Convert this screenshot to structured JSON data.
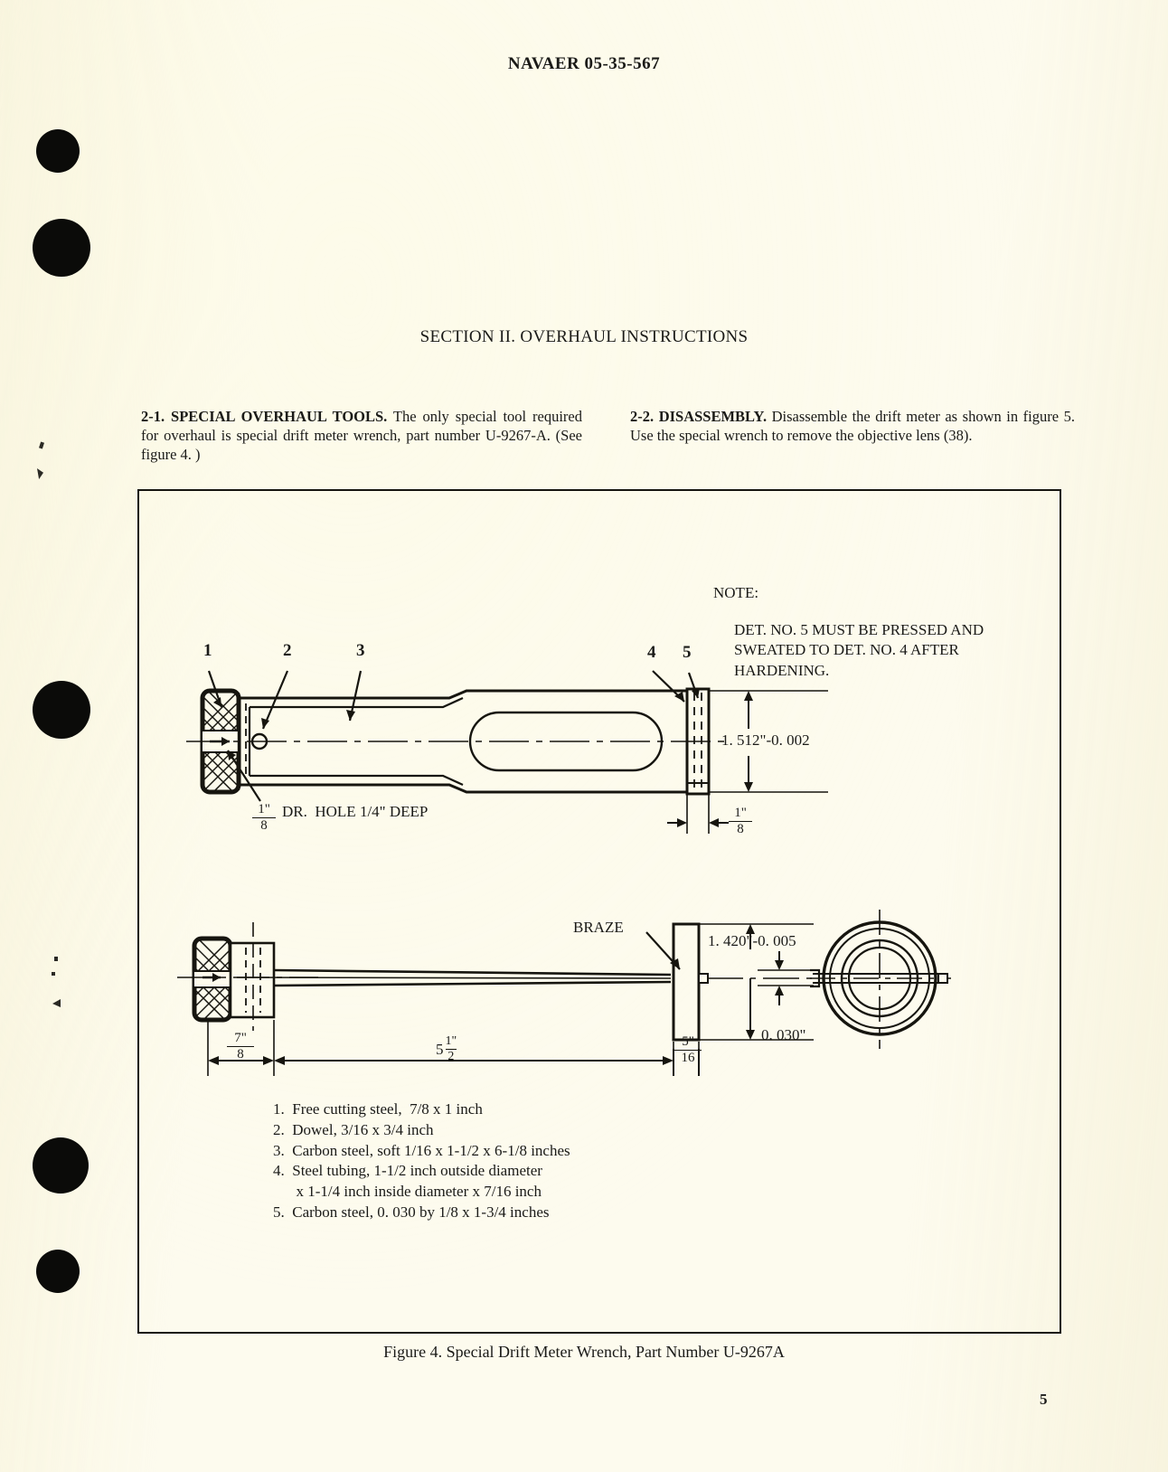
{
  "document": {
    "header_id": "NAVAER 05-35-567",
    "page_number": "5"
  },
  "section": {
    "title": "SECTION II.  OVERHAUL INSTRUCTIONS"
  },
  "paragraphs": {
    "left": {
      "number": "2-1.",
      "heading": "SPECIAL OVERHAUL TOOLS.",
      "body": " The only special tool required for overhaul is special drift meter wrench, part number U-9267-A.  (See figure 4. )"
    },
    "right": {
      "number": "2-2.",
      "heading": "DISASSEMBLY.",
      "body": " Disassemble the drift meter as shown in figure 5.  Use the special wrench to remove the objective lens (38)."
    }
  },
  "figure": {
    "caption": "Figure 4.  Special Drift Meter Wrench, Part Number U-9267A",
    "note_label": "NOTE:",
    "note_text": "DET. NO. 5 MUST BE PRESSED AND\nSWEATED TO DET. NO. 4 AFTER\nHARDENING.",
    "callouts": [
      "1",
      "2",
      "3",
      "4",
      "5"
    ],
    "labels": {
      "dr_hole": "DR.  HOLE 1/4\" DEEP",
      "braze": "BRAZE"
    },
    "dimensions": {
      "height_upper": "1. 512\"-0. 002",
      "height_lower": "1. 420\"-0. 005",
      "thickness": "0. 030\"",
      "frac_one_eighth_num": "1\"",
      "frac_one_eighth_den": "8",
      "frac_flange_num": "1\"",
      "frac_flange_den": "8",
      "frac_seven_eighths_num": "7\"",
      "frac_seven_eighths_den": "8",
      "length_whole": "5",
      "length_num": "1\"",
      "length_den": "2",
      "frac_five_sixteenths_num": "5\"",
      "frac_five_sixteenths_den": "16"
    },
    "parts_list": [
      "1.  Free cutting steel,  7/8 x 1 inch",
      "2.  Dowel, 3/16 x 3/4 inch",
      "3.  Carbon steel, soft 1/16 x 1-1/2 x 6-1/8 inches",
      "4.  Steel tubing, 1-1/2 inch outside diameter",
      "      x 1-1/4 inch inside diameter x 7/16 inch",
      "5.  Carbon steel, 0. 030 by 1/8 x 1-3/4 inches"
    ]
  },
  "colors": {
    "paper": "#fdfbee",
    "ink": "#16150f",
    "hole": "#0b0b09"
  }
}
